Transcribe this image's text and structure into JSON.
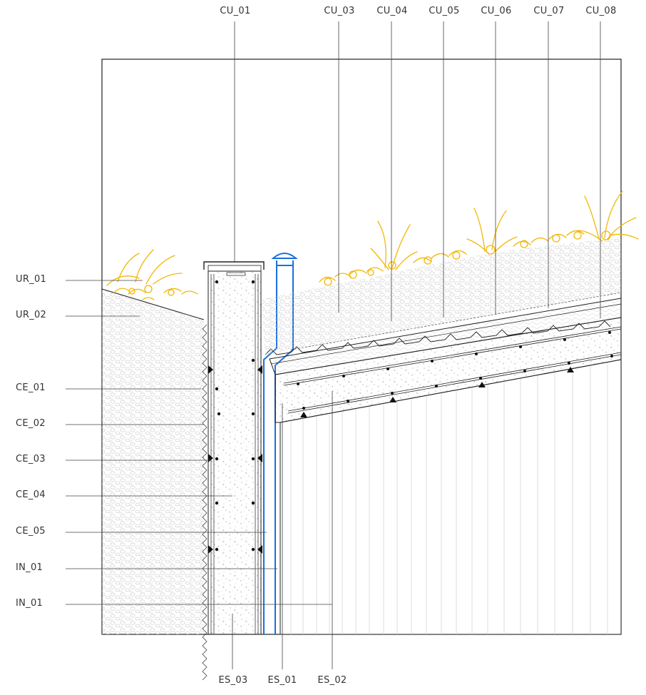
{
  "colors": {
    "line": "#222222",
    "leader": "#444444",
    "hatch": "#bdbdbd",
    "vegetation": "#f2b705",
    "drain_pipe": "#1a6fe0"
  },
  "labels": {
    "top": [
      "CU_01",
      "CU_03",
      "CU_04",
      "CU_05",
      "CU_06",
      "CU_07",
      "CU_08"
    ],
    "left": [
      "UR_01",
      "UR_02",
      "CE_01",
      "CE_02",
      "CE_03",
      "CE_04",
      "CE_05",
      "IN_01",
      "IN_01"
    ],
    "bottom": [
      "ES_03",
      "ES_01",
      "ES_02"
    ]
  }
}
